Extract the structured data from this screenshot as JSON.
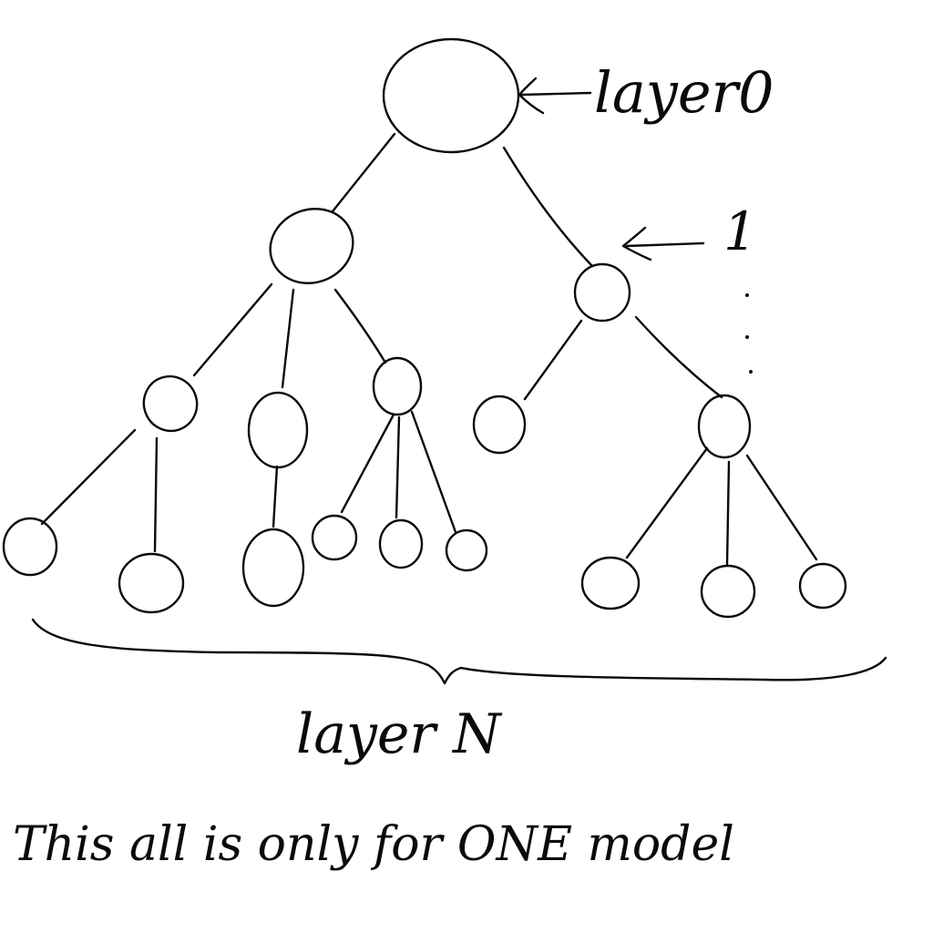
{
  "labels": {
    "layer0": "layer0",
    "layer1": "1",
    "layerN": "layer N",
    "caption": "This all is only for ONE model"
  }
}
